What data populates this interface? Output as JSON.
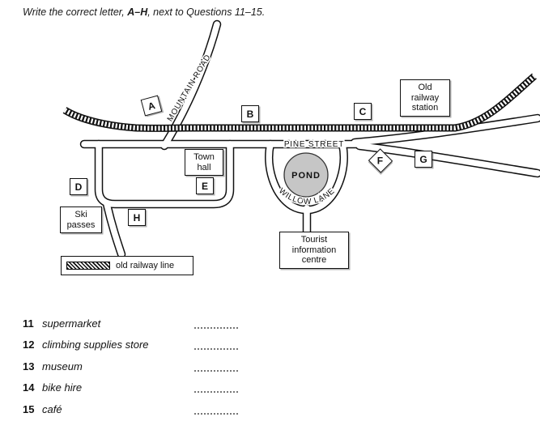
{
  "instruction": {
    "prefix": "Write the correct letter, ",
    "range": "A–H",
    "suffix": ", next to Questions 11–15."
  },
  "map": {
    "streets": {
      "mountain_road": "MOUNTAIN ROAD",
      "pine_street": "PINE STREET",
      "willow_lane": "WILLOW LANE"
    },
    "pond_label": "POND",
    "markers": {
      "A": "A",
      "B": "B",
      "C": "C",
      "D": "D",
      "E": "E",
      "F": "F",
      "G": "G",
      "H": "H"
    },
    "places": {
      "old_railway_station": {
        "line1": "Old",
        "line2": "railway",
        "line3": "station"
      },
      "town_hall": {
        "line1": "Town",
        "line2": "hall"
      },
      "ski_passes": {
        "line1": "Ski",
        "line2": "passes"
      },
      "tourist_information_centre": {
        "line1": "Tourist",
        "line2": "information",
        "line3": "centre"
      }
    },
    "legend_label": "old railway line"
  },
  "questions": [
    {
      "number": "11",
      "label": "supermarket"
    },
    {
      "number": "12",
      "label": "climbing supplies store"
    },
    {
      "number": "13",
      "label": "museum"
    },
    {
      "number": "14",
      "label": "bike hire"
    },
    {
      "number": "15",
      "label": "café"
    }
  ]
}
